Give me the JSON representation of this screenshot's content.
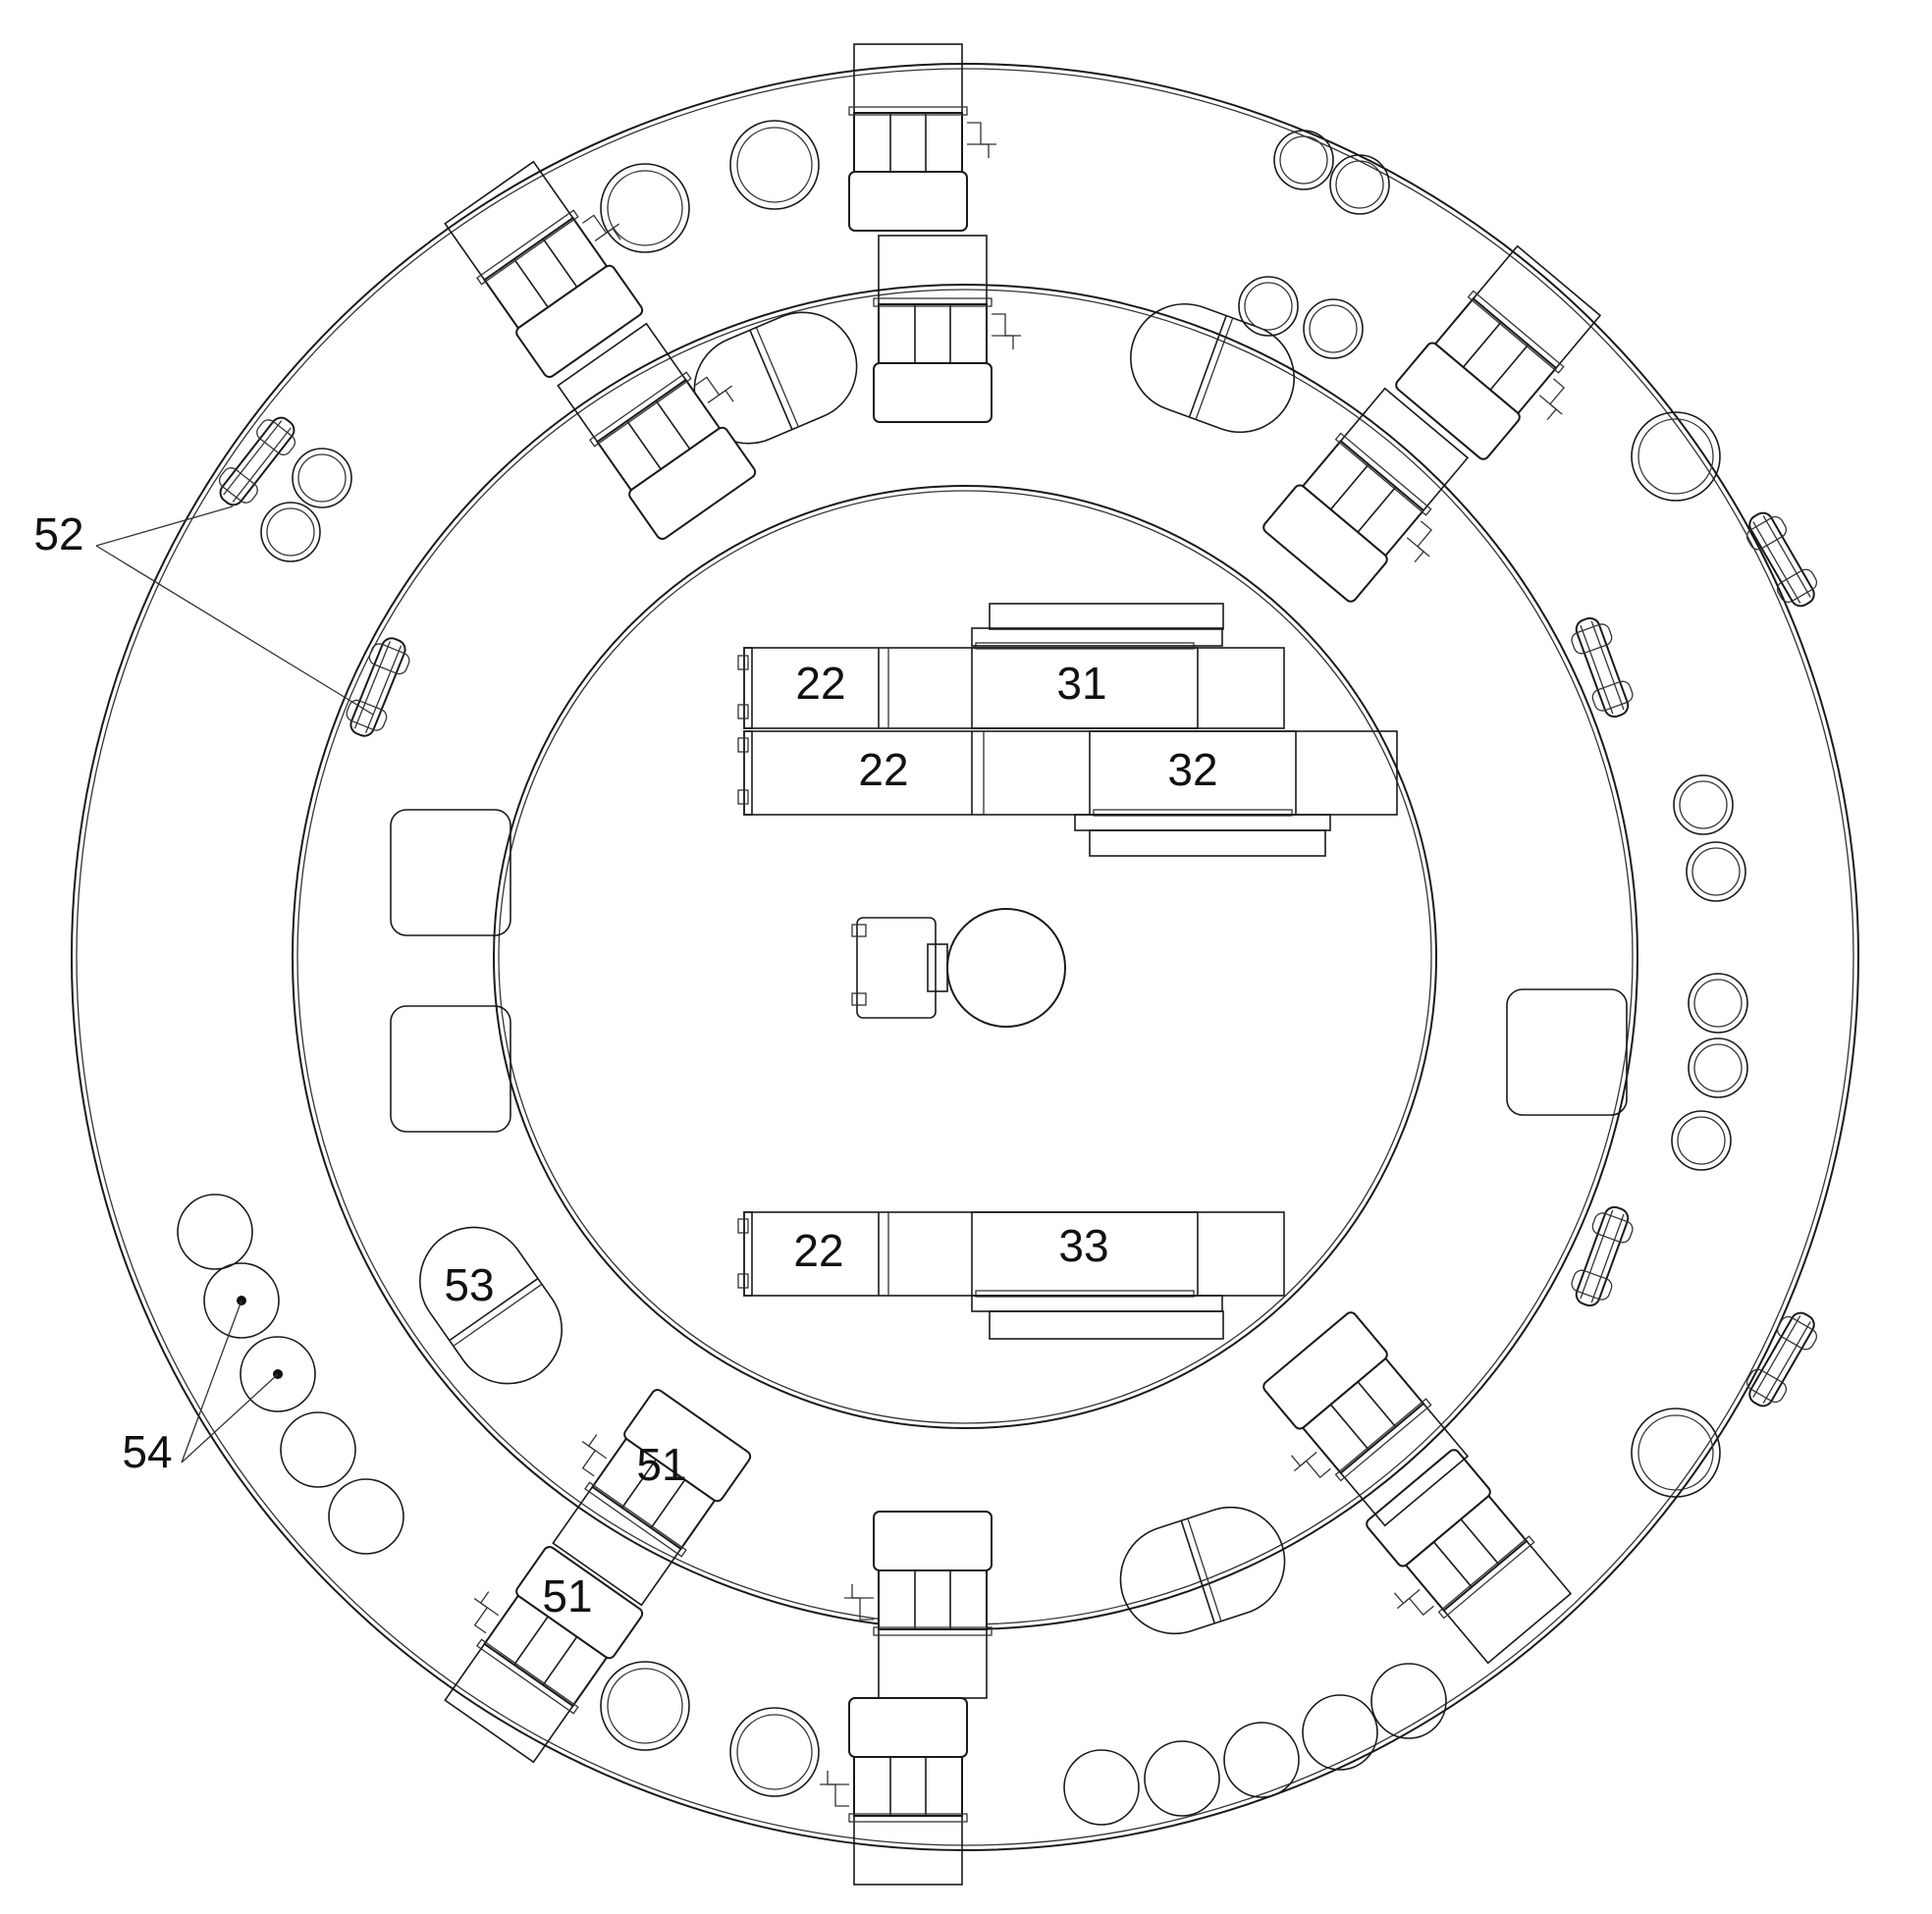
{
  "figure": {
    "labels": {
      "l22a": "22",
      "l22b": "22",
      "l22c": "22",
      "l31": "31",
      "l32": "32",
      "l33": "33",
      "l51a": "51",
      "l51b": "51",
      "l52": "52",
      "l53": "53",
      "l54": "54"
    }
  }
}
